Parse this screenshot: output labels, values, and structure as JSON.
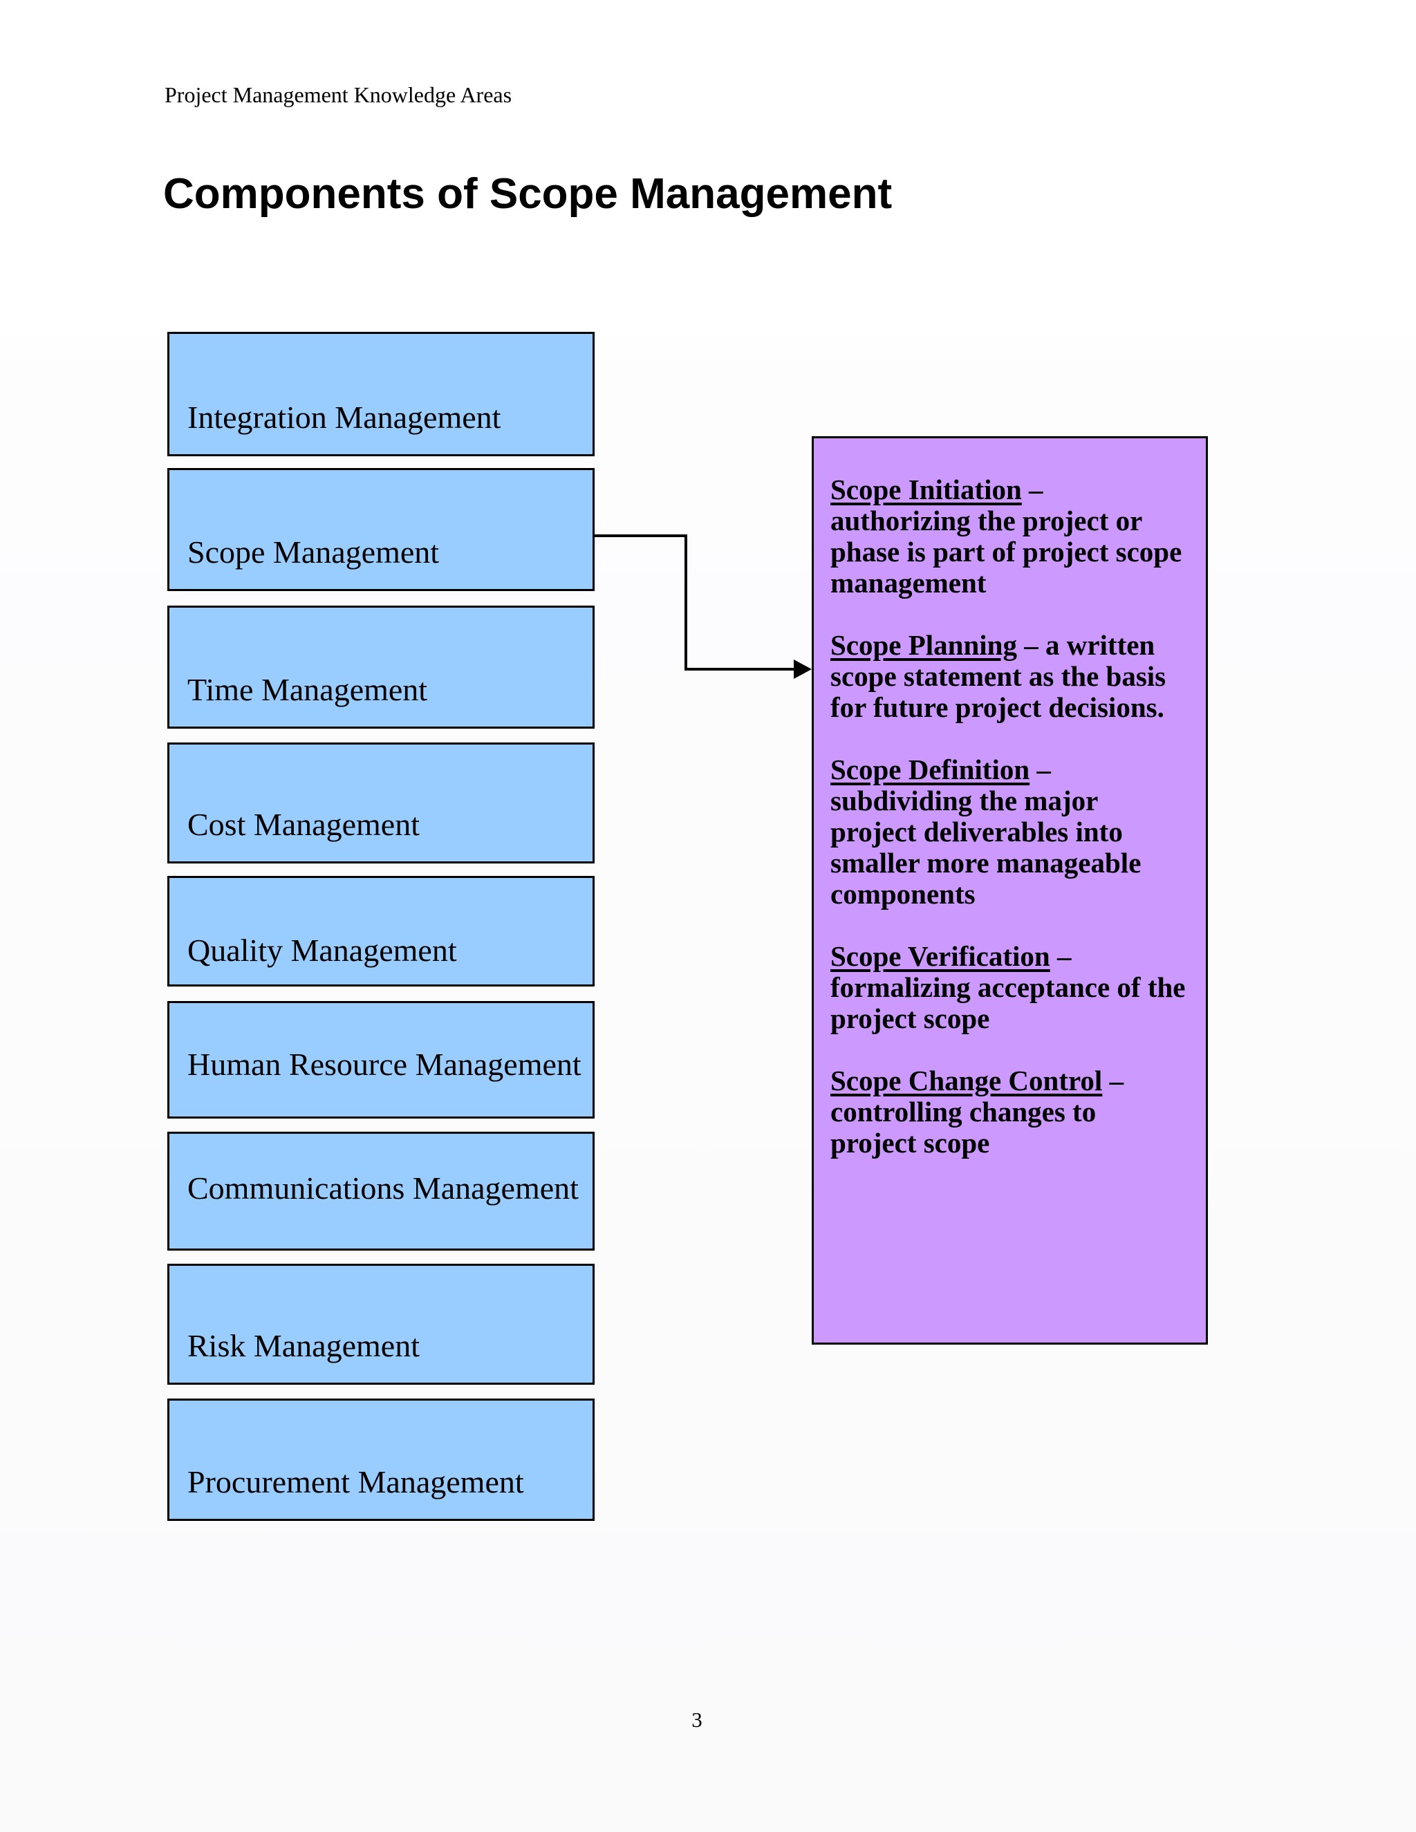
{
  "page": {
    "header": "Project Management Knowledge Areas",
    "title": "Components of Scope Management",
    "page_number": "3"
  },
  "knowledge_areas": [
    {
      "label": "Integration Management"
    },
    {
      "label": "Scope Management"
    },
    {
      "label": "Time Management"
    },
    {
      "label": "Cost Management"
    },
    {
      "label": "Quality Management"
    },
    {
      "label": "Human Resource Management"
    },
    {
      "label": "Communications Management"
    },
    {
      "label": "Risk Management"
    },
    {
      "label": "Procurement Management"
    }
  ],
  "scope_panel": {
    "items": [
      {
        "term": "Scope Initiation",
        "definition": "– authorizing the project or phase is part of project scope management"
      },
      {
        "term": "Scope Planning",
        "definition": "– a written scope statement as the basis for future project decisions."
      },
      {
        "term": "Scope Definition",
        "definition": "– subdividing the major project deliverables into smaller more manageable components"
      },
      {
        "term": "Scope Verification",
        "definition": "– formalizing acceptance of the project scope"
      },
      {
        "term": "Scope Change Control",
        "definition": "– controlling changes to project scope"
      }
    ]
  },
  "connector": {
    "from": "Scope Management",
    "to": "Scope detail panel",
    "style": "elbow-arrow"
  },
  "colors": {
    "knowledge_box_fill": "#99CCFF",
    "scope_panel_fill": "#CC99FF",
    "border": "#000000",
    "text": "#000000",
    "background": "#FFFFFF"
  }
}
